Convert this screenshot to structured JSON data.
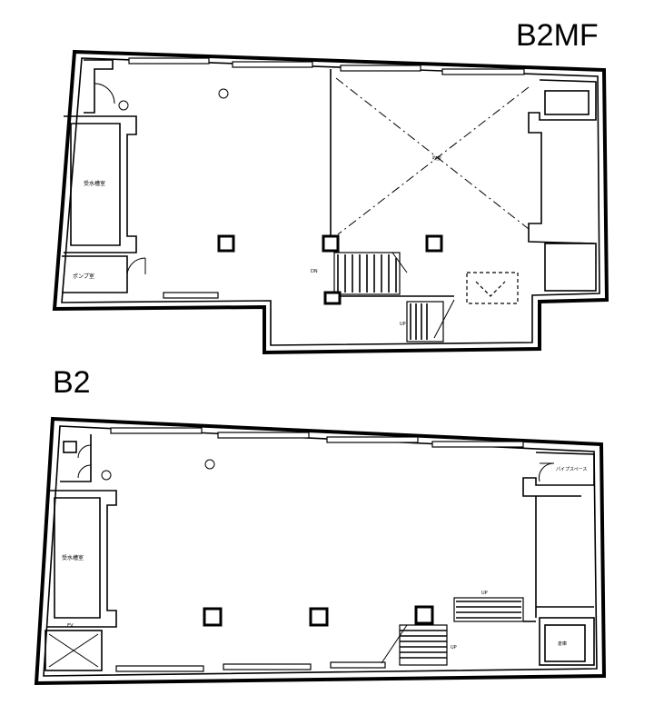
{
  "floors": {
    "upper": {
      "label": "B2MF",
      "rooms": {
        "left_room": "受水槽室",
        "pump_room": "ポンプ室",
        "void": "吹抜",
        "stair_down": "DN",
        "stair_up": "UP"
      }
    },
    "lower": {
      "label": "B2",
      "rooms": {
        "left_room": "受水槽室",
        "right_room": "倉庫",
        "elevator": "EV",
        "stair_up_1": "UP",
        "stair_up_2": "UP",
        "top_right": "パイプスペース"
      }
    }
  }
}
